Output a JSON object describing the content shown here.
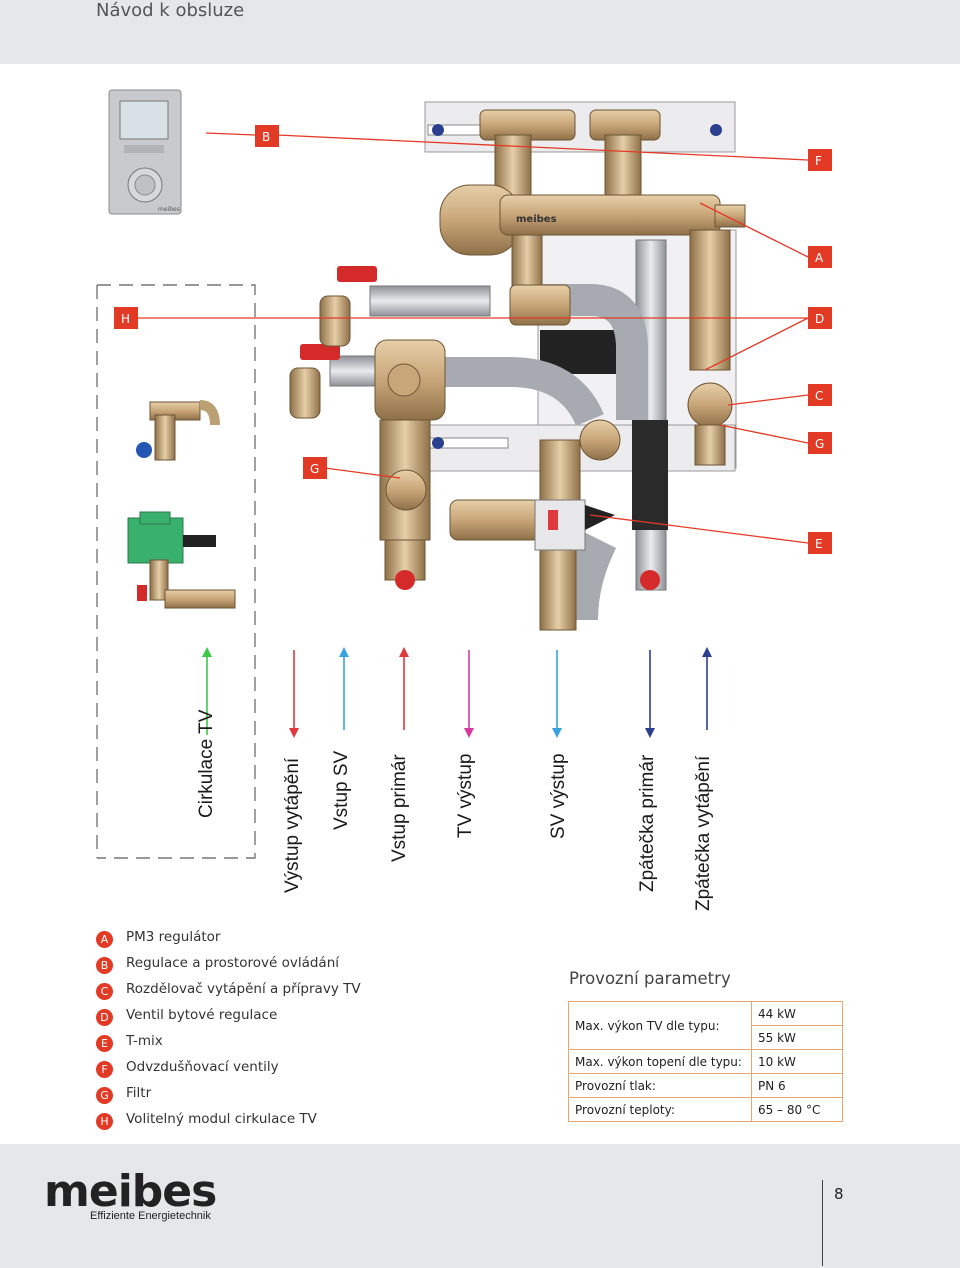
{
  "header": {
    "title": "Návod k obsluze"
  },
  "callouts": [
    "B",
    "F",
    "A",
    "H",
    "D",
    "C",
    "G",
    "G",
    "E"
  ],
  "thermostat": {
    "logo": "meibes"
  },
  "unit": {
    "logo": "meibes"
  },
  "flows": [
    {
      "label": "Cirkulace TV",
      "color": "#3cc84a",
      "direction": "up"
    },
    {
      "label": "Výstup vytápění",
      "color": "#e0393d",
      "direction": "down"
    },
    {
      "label": "Vstup SV",
      "color": "#3aa2dc",
      "direction": "up"
    },
    {
      "label": "Vstup primár",
      "color": "#e0393d",
      "direction": "up"
    },
    {
      "label": "TV výstup",
      "color": "#d63aa0",
      "direction": "down"
    },
    {
      "label": "SV výstup",
      "color": "#3aa2dc",
      "direction": "down"
    },
    {
      "label": "Zpátečka primár",
      "color": "#2b3f8f",
      "direction": "down"
    },
    {
      "label": "Zpátečka vytápění",
      "color": "#2b3f8f",
      "direction": "up"
    }
  ],
  "legend": [
    {
      "letter": "A",
      "text": "PM3 regulátor"
    },
    {
      "letter": "B",
      "text": "Regulace a prostorové ovládání"
    },
    {
      "letter": "C",
      "text": "Rozdělovač vytápění a přípravy TV"
    },
    {
      "letter": "D",
      "text": "Ventil bytové regulace"
    },
    {
      "letter": "E",
      "text": "T-mix"
    },
    {
      "letter": "F",
      "text": "Odvzdušňovací ventily"
    },
    {
      "letter": "G",
      "text": "Filtr"
    },
    {
      "letter": "H",
      "text": "Volitelný modul cirkulace TV"
    }
  ],
  "parameters": {
    "title": "Provozní parametry",
    "rows": [
      {
        "label": "Max. výkon TV dle typu:",
        "values": [
          "44 kW",
          "55 kW"
        ]
      },
      {
        "label": "Max. výkon topení dle typu:",
        "values": [
          "10 kW"
        ]
      },
      {
        "label": "Provozní tlak:",
        "values": [
          "PN 6"
        ]
      },
      {
        "label": "Provozní teploty:",
        "values": [
          "65 – 80 °C"
        ]
      }
    ]
  },
  "footer": {
    "brand": "meibes",
    "tagline": "Effiziente Energietechnik",
    "page": "8"
  },
  "colors": {
    "accent": "#e33a25",
    "brass": "#c9a679",
    "pipe": "#b8bcc2",
    "panel": "#e6e7e8"
  }
}
